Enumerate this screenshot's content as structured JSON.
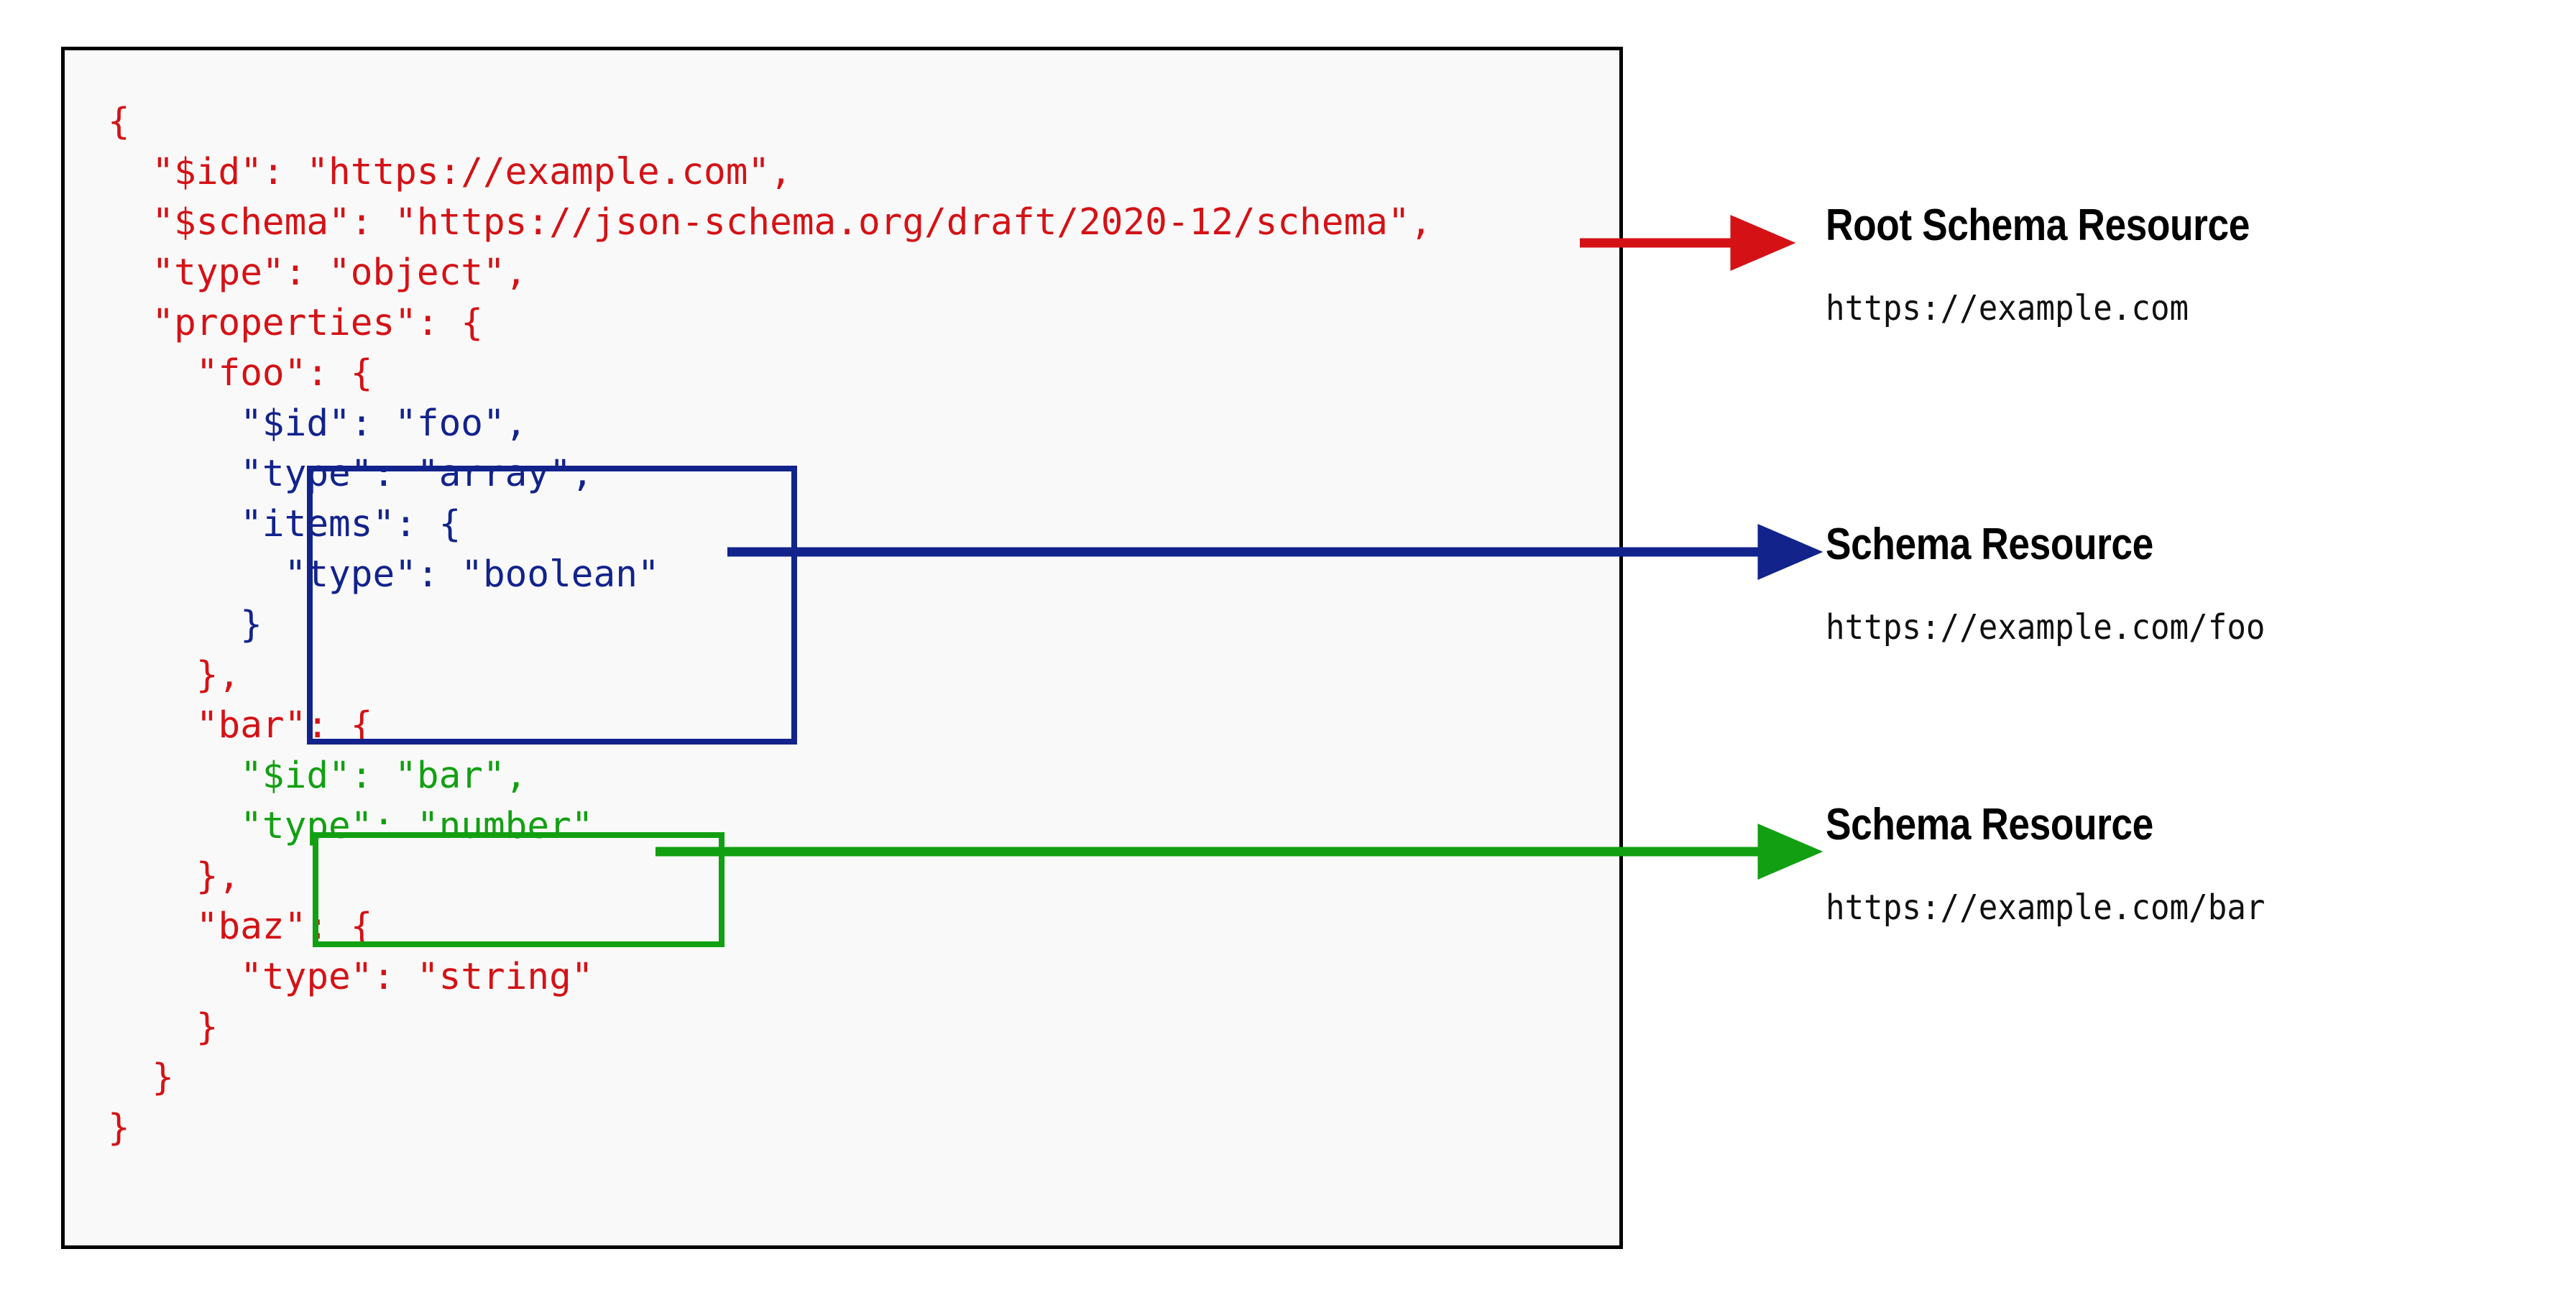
{
  "diagram": {
    "title_semantic": "json-schema-resource-identification-diagram",
    "colors": {
      "code_red": "#d41216",
      "schema_blue": "#12238c",
      "schema_green": "#12a012",
      "panel_border": "#000000",
      "panel_background": "#f9f9f9"
    }
  },
  "code_panel": {
    "lines": [
      {
        "text": "{",
        "color": "red"
      },
      {
        "text": "  \"$id\": \"https://example.com\",",
        "color": "red"
      },
      {
        "text": "  \"$schema\": \"https://json-schema.org/draft/2020-12/schema\",",
        "color": "red"
      },
      {
        "text": "  \"type\": \"object\",",
        "color": "red"
      },
      {
        "text": "  \"properties\": {",
        "color": "red"
      },
      {
        "text": "    \"foo\": {",
        "color": "red"
      },
      {
        "text": "      \"$id\": \"foo\",",
        "color": "blue"
      },
      {
        "text": "      \"type\": \"array\",",
        "color": "blue"
      },
      {
        "text": "      \"items\": {",
        "color": "blue"
      },
      {
        "text": "        \"type\": \"boolean\"",
        "color": "blue"
      },
      {
        "text": "      }",
        "color": "blue"
      },
      {
        "text": "    },",
        "color": "red"
      },
      {
        "text": "    \"bar\": {",
        "color": "red"
      },
      {
        "text": "      \"$id\": \"bar\",",
        "color": "green"
      },
      {
        "text": "      \"type\": \"number\"",
        "color": "green"
      },
      {
        "text": "    },",
        "color": "red"
      },
      {
        "text": "    \"baz\": {",
        "color": "red"
      },
      {
        "text": "      \"type\": \"string\"",
        "color": "red"
      },
      {
        "text": "    }",
        "color": "red"
      },
      {
        "text": "  }",
        "color": "red"
      },
      {
        "text": "}",
        "color": "red"
      }
    ]
  },
  "annotations": [
    {
      "id": "root",
      "title": "Root Schema Resource",
      "url": "https://example.com",
      "arrow_color": "#d41216"
    },
    {
      "id": "foo",
      "title": "Schema Resource",
      "url": "https://example.com/foo",
      "arrow_color": "#12238c"
    },
    {
      "id": "bar",
      "title": "Schema Resource",
      "url": "https://example.com/bar",
      "arrow_color": "#12a012"
    }
  ]
}
